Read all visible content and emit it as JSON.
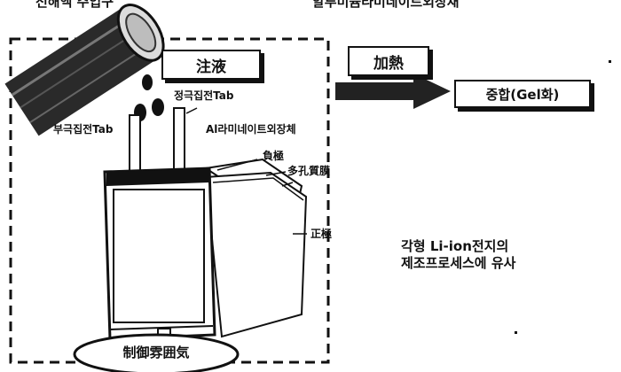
{
  "top_labels": {
    "left_partial": "전해액 주입구",
    "right_partial": "알루미늄라미네이트외장재"
  },
  "boxes": {
    "injection": "注液",
    "heating": "加熱",
    "result": "중합(Gel화)"
  },
  "cell_labels": {
    "positive_tab": "정극집전Tab",
    "negative_tab": "부극집전Tab",
    "al_laminate": "Al라미네이트외장체",
    "negative_electrode": "負極",
    "separator": "多孔質膜",
    "positive_electrode": "正極"
  },
  "atmosphere_label": "制御雰囲気",
  "note": {
    "line1": "각형 Li-ion전지의",
    "line2": "제조프로세스에 유사"
  },
  "colors": {
    "ink": "#111111",
    "paper": "#ffffff",
    "cylinder_fill": "#2a2a2a",
    "arrow_fill": "#222222"
  },
  "icons": {
    "cylinder": "electrolyte-cylinder-icon",
    "droplet": "droplet-icon"
  }
}
